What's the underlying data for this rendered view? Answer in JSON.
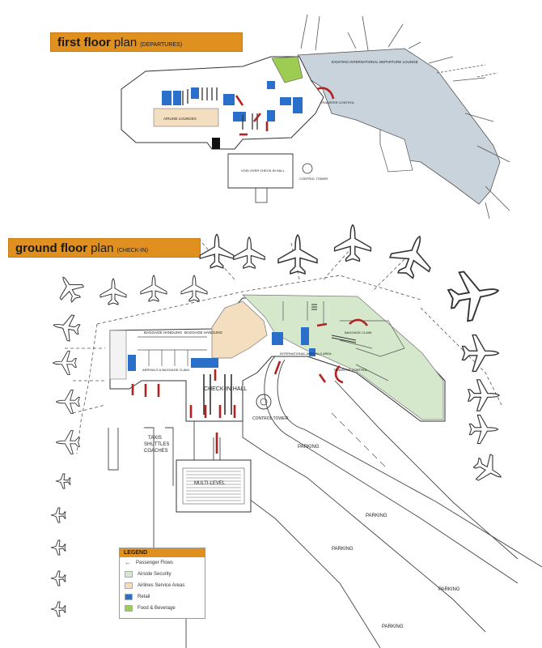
{
  "first_floor": {
    "title_bold": "first floor",
    "title_word": "plan",
    "title_sub": "(DEPARTURES)",
    "labels": {
      "intl_lounge": "EXISTING INTERNATIONAL DEPARTURE LOUNGE",
      "airline_lounges": "AIRLINE LOUNGES",
      "transfer_control": "TRANSFER CONTROL",
      "void_over": "VOID OVER CHECK-IN HALL",
      "control_tower": "CONTROL TOWER"
    }
  },
  "ground_floor": {
    "title_bold": "ground floor",
    "title_word": "plan",
    "title_sub": "(CHECK-IN)",
    "labels": {
      "baggage_handling_1": "BAGGAGE HANDLING",
      "baggage_handling_2": "BAGGAGE HANDLING",
      "arrivals_baggage_claim": "ARRIVALS & BAGGAGE CLAIM",
      "check_in_hall": "CHECK-IN HALL",
      "control_tower": "CONTROL TOWER",
      "international_arrivals": "INTERNATIONAL ARRIVALS AREA",
      "transfer_control": "TRANSFER CONTROL",
      "baggage_claim": "BAGGAGE CLAIM",
      "taxis": "TAXIS",
      "shuttles": "SHUTTLES",
      "coaches": "COACHES",
      "multi_level": "MULTI-LEVEL",
      "parking_1": "PARKING",
      "parking_2": "PARKING",
      "parking_3": "PARKING",
      "parking_4": "PARKING",
      "parking_5": "PARKING"
    }
  },
  "legend": {
    "title": "LEGEND",
    "items": [
      {
        "label": "Passenger Flows",
        "color": "#b22222"
      },
      {
        "label": "Airside Security",
        "color": "#d5e8cc"
      },
      {
        "label": "Airlines Service Areas",
        "color": "#f3dfc0"
      },
      {
        "label": "Retail",
        "color": "#2a6fc9"
      },
      {
        "label": "Food & Beverage",
        "color": "#9ccc52"
      }
    ]
  },
  "colors": {
    "banner": "#e0901e",
    "existing": "#c9d3dc",
    "airside": "#d5e8cc",
    "airline_service": "#f3dfc0",
    "retail": "#2a6fc9",
    "food_beverage": "#9ccc52",
    "flow": "#b22222"
  }
}
